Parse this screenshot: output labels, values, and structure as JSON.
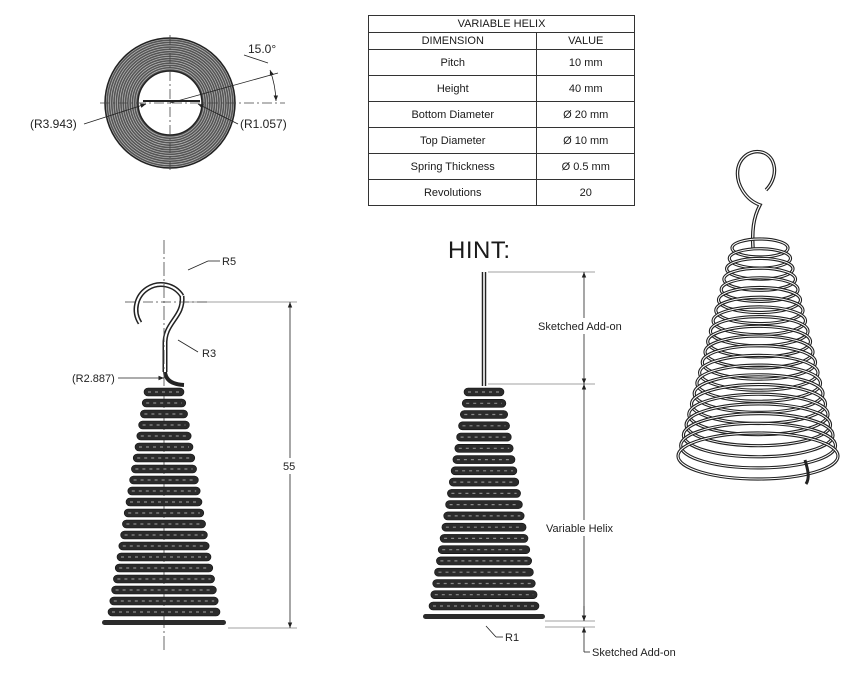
{
  "table": {
    "title": "VARIABLE HELIX",
    "headers": [
      "DIMENSION",
      "VALUE"
    ],
    "rows": [
      {
        "dimension": "Pitch",
        "value": "10 mm"
      },
      {
        "dimension": "Height",
        "value": "40 mm"
      },
      {
        "dimension": "Bottom Diameter",
        "value": "Ø 20 mm"
      },
      {
        "dimension": "Top Diameter",
        "value": "Ø 10 mm"
      },
      {
        "dimension": "Spring Thickness",
        "value": "Ø 0.5 mm"
      },
      {
        "dimension": "Revolutions",
        "value": "20"
      }
    ]
  },
  "top_view": {
    "angle": "15.0°",
    "outer_radius": "(R3.943)",
    "inner_radius": "(R1.057)"
  },
  "front_view": {
    "hook_radius": "R5",
    "bend_radius": "R3",
    "neck_radius": "(R2.887)",
    "overall_height": "55"
  },
  "hint_view": {
    "title": "HINT:",
    "top_label": "Sketched Add-on",
    "middle_label": "Variable Helix",
    "bottom_label": "Sketched Add-on",
    "bottom_radius": "R1"
  },
  "colors": {
    "ink": "#1a1a1a",
    "coil": "#2b2b2b"
  }
}
